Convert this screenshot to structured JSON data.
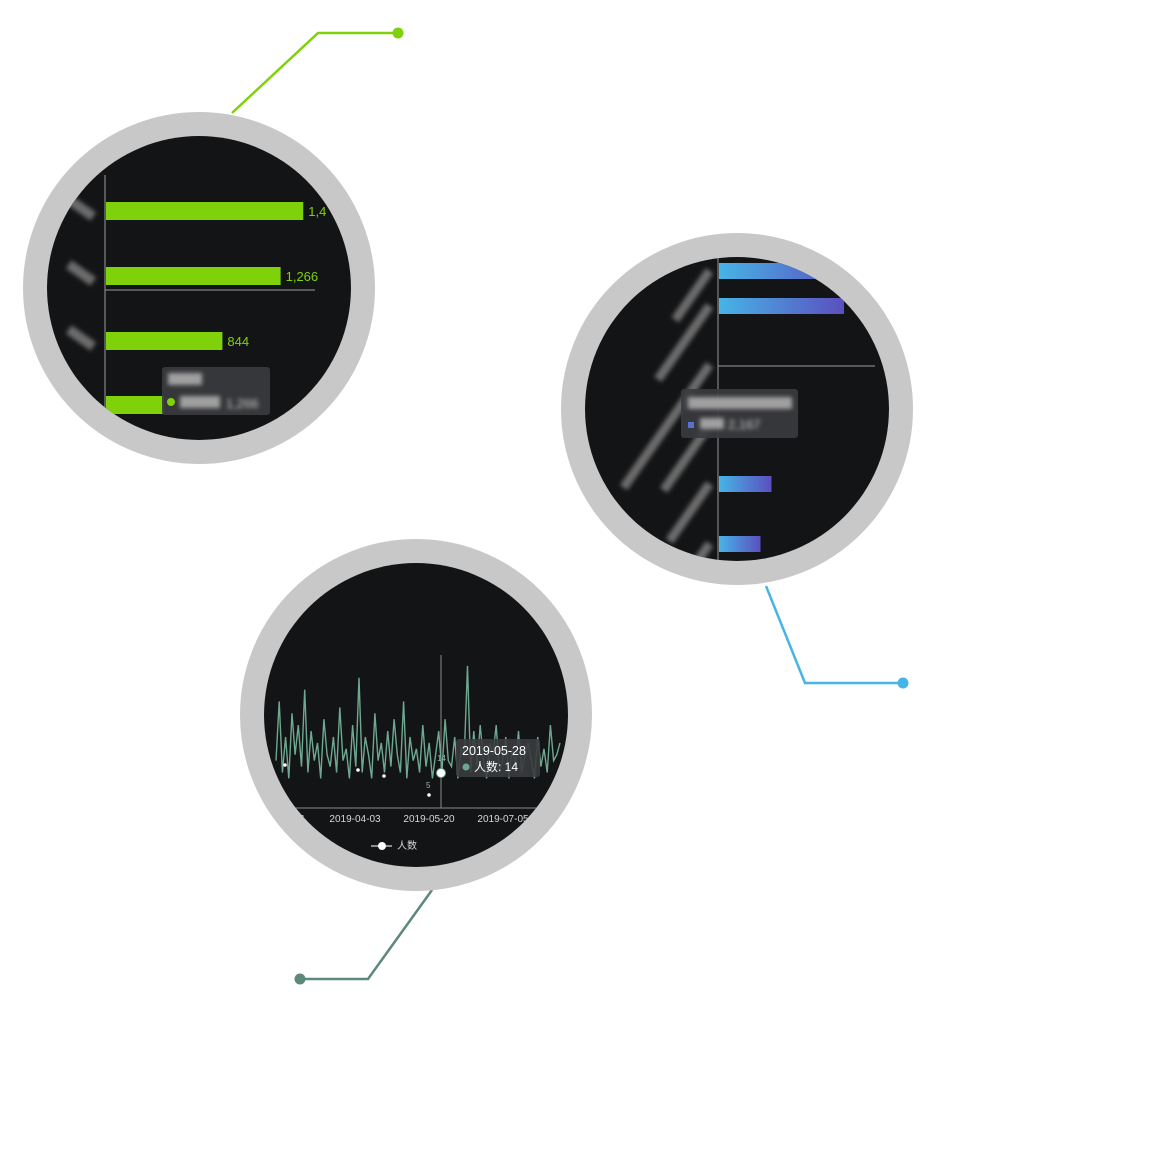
{
  "colors": {
    "green": "#7fd10a",
    "blue": "#47b4e6",
    "teal": "#5d8a78",
    "ring": "#c8c8c8",
    "panel": "#131416"
  },
  "chart_data": [
    {
      "type": "bar",
      "orientation": "horizontal",
      "categories": [
        "",
        "",
        "",
        ""
      ],
      "values": [
        1430,
        1266,
        844,
        1266
      ],
      "data_labels": [
        "1,4",
        "1,266",
        "844",
        ""
      ],
      "tooltip": {
        "title": "",
        "value": "1,266"
      },
      "color": "#7fd10a"
    },
    {
      "type": "bar",
      "orientation": "horizontal",
      "categories": [
        "",
        "",
        "",
        "",
        "",
        ""
      ],
      "values": [
        2600,
        2500,
        0,
        0,
        1050,
        830
      ],
      "tooltip": {
        "title": "",
        "value": "2,167"
      },
      "color": "#47b4e6"
    },
    {
      "type": "line",
      "x_tick_labels": [
        "16",
        "2019-04-03",
        "2019-05-20",
        "2019-07-05"
      ],
      "series": [
        {
          "name": "人数",
          "values": [
            8,
            18,
            6,
            12,
            5,
            16,
            9,
            14,
            7,
            20,
            6,
            13,
            8,
            11,
            5,
            15,
            9,
            7,
            12,
            6,
            17,
            8,
            10,
            5,
            14,
            7,
            22,
            6,
            12,
            9,
            5,
            16,
            8,
            11,
            6,
            13,
            7,
            15,
            9,
            6,
            18,
            5,
            12,
            8,
            10,
            6,
            14,
            7,
            11,
            5,
            9,
            13,
            6,
            15,
            8,
            7,
            12,
            5,
            10,
            9,
            24,
            6,
            13,
            7,
            14,
            8,
            5,
            11,
            9,
            14,
            6,
            8,
            12,
            5,
            10,
            7,
            13,
            6,
            9,
            11,
            8,
            5,
            12,
            7,
            10,
            6,
            14,
            8,
            9,
            11
          ]
        }
      ],
      "tooltip": {
        "date": "2019-05-28",
        "label": "人数: 14"
      },
      "point_labels": [
        "14",
        "5"
      ],
      "legend": {
        "label": "人数",
        "placement": "bottom"
      }
    }
  ]
}
